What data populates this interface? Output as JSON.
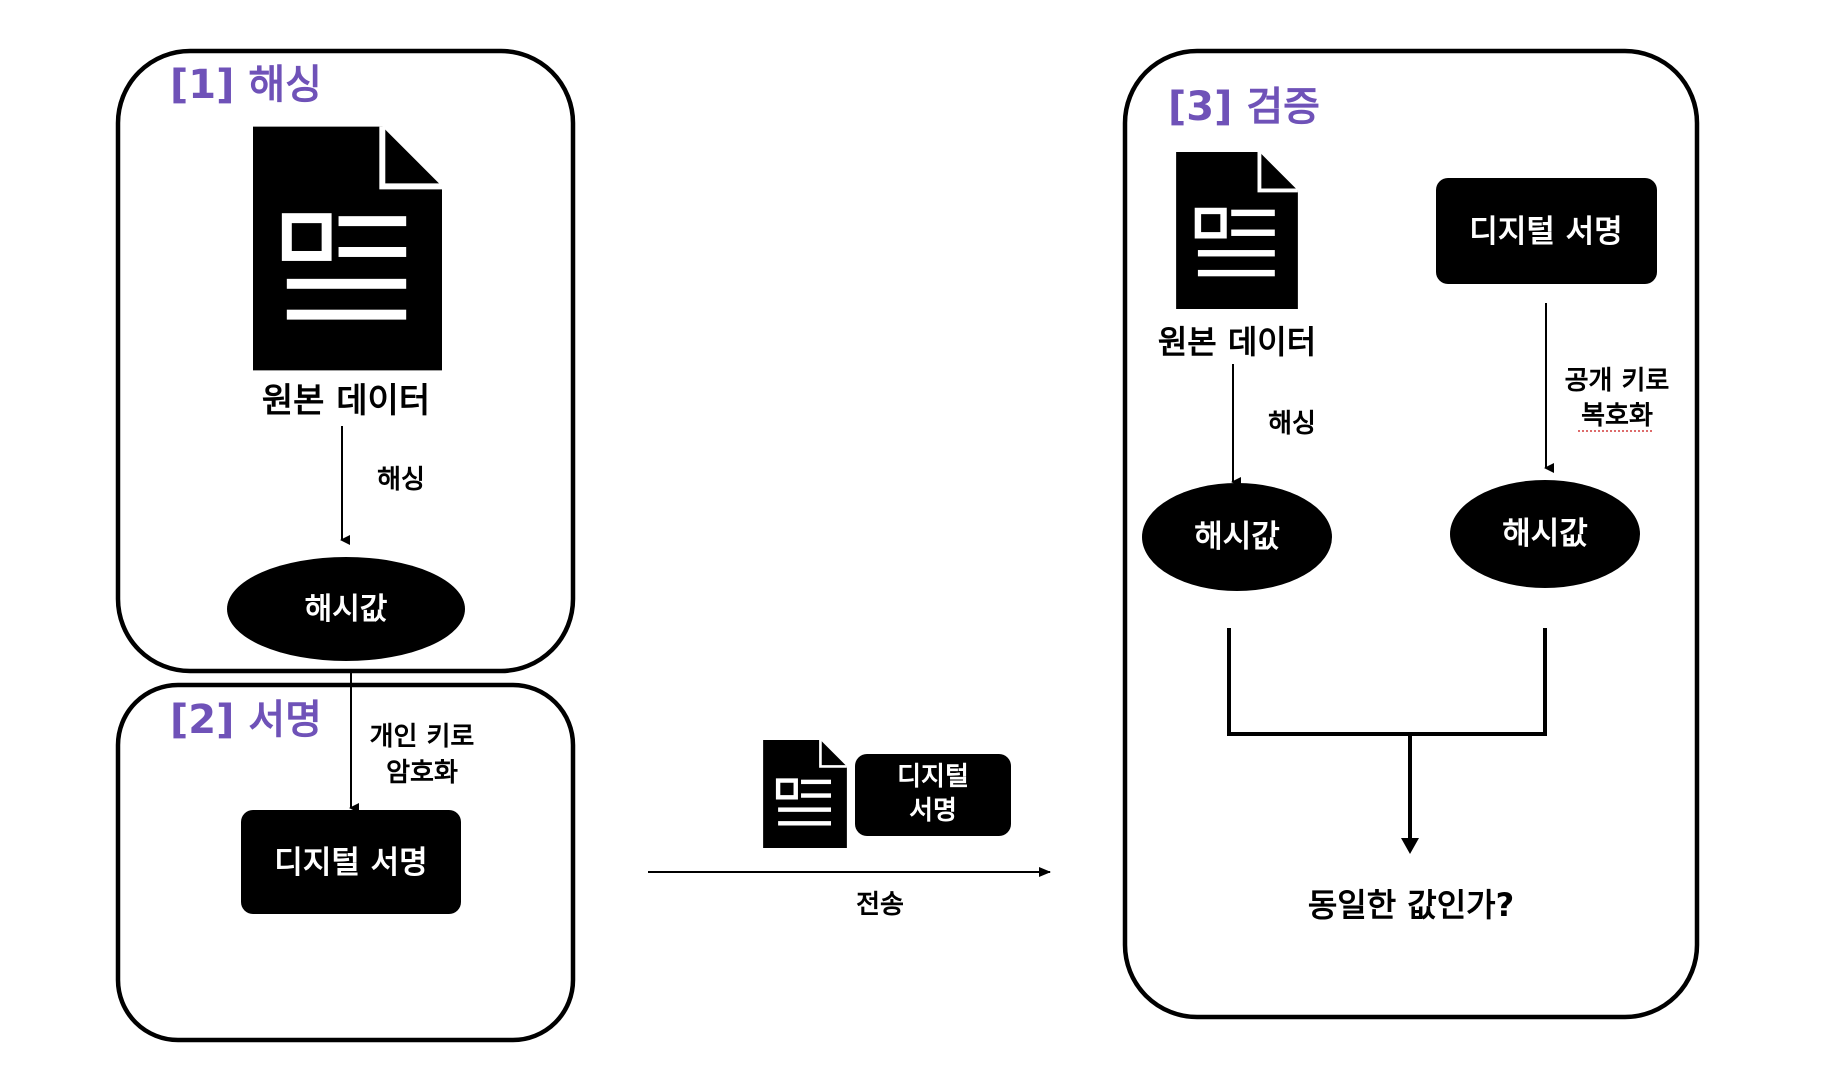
{
  "colors": {
    "section_title": "#6f52b8",
    "node_fill": "#000000",
    "node_text": "#ffffff",
    "panel_border": "#000000",
    "spellcheck_underline": "#d23a3a"
  },
  "panel_hashing": {
    "title": "[1] 해싱",
    "document_icon": "document-icon",
    "document_label": "원본 데이터",
    "arrow_label": "해싱",
    "hash_node": "해시값"
  },
  "panel_signing": {
    "title": "[2] 서명",
    "arrow_label_line1": "개인 키로",
    "arrow_label_line2": "암호화",
    "signature_node": "디지털 서명"
  },
  "transmission": {
    "document_icon": "document-icon",
    "signature_line1": "디지털",
    "signature_line2": "서명",
    "arrow_label": "전송"
  },
  "panel_verification": {
    "title": "[3] 검증",
    "document_icon": "document-icon",
    "document_label": "원본 데이터",
    "signature_node": "디지털 서명",
    "left_arrow_label": "해싱",
    "right_arrow_label_line1": "공개 키로",
    "right_arrow_label_line2": "복호화",
    "left_hash_node": "해시값",
    "right_hash_node": "해시값",
    "question": "동일한 값인가?"
  }
}
